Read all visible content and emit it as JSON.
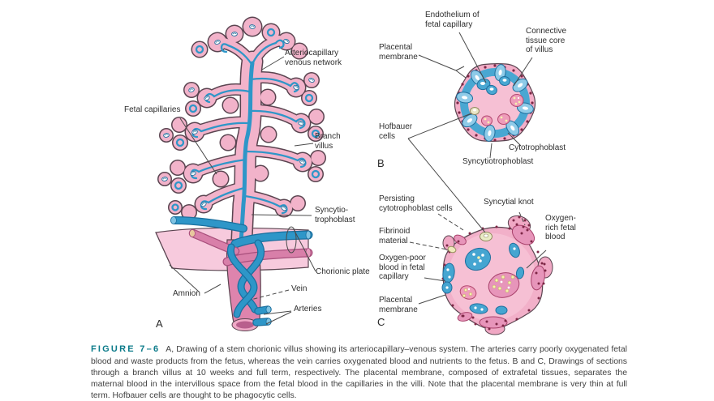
{
  "caption": {
    "figure_label": "FIGURE 7–6",
    "text": "A, Drawing of a stem chorionic villus showing its arteriocapillary–venous system. The arteries carry poorly oxygenated fetal blood and waste products from the fetus, whereas the vein carries oxygenated blood and nutrients to the fetus. B and C, Drawings of sections through a branch villus at 10 weeks and full term, respectively. The placental membrane, composed of extrafetal tissues, separates the maternal blood in the intervillous space from the fetal blood in the capillaries in the villi. Note that the placental membrane is very thin at full term. Hofbauer cells are thought to be phagocytic cells."
  },
  "panel_a": {
    "letter": "A",
    "labels": {
      "arteriocapillary_network": "Arteriocapillary\nvenous network",
      "fetal_capillaries": "Fetal capillaries",
      "branch_villus": "Branch\nvillus",
      "syncytiotrophoblast": "Syncytio-\ntrophoblast",
      "chorionic_plate": "Chorionic plate",
      "amnion": "Amnion",
      "vein": "Vein",
      "arteries": "Arteries"
    }
  },
  "panel_b": {
    "letter": "B",
    "labels": {
      "endothelium": "Endothelium of\nfetal capillary",
      "connective_tissue": "Connective\ntissue core\nof villus",
      "placental_membrane": "Placental\nmembrane",
      "hofbauer_cells": "Hofbauer\ncells",
      "cytotrophoblast": "Cytotrophoblast",
      "syncytiotrophoblast": "Syncytiotrophoblast"
    }
  },
  "panel_c": {
    "letter": "C",
    "labels": {
      "persisting_cytotrophoblast": "Persisting\ncytotrophoblast cells",
      "syncytial_knot": "Syncytial knot",
      "oxygen_rich": "Oxygen-\nrich fetal\nblood",
      "fibrinoid_material": "Fibrinoid\nmaterial",
      "oxygen_poor": "Oxygen-poor\nblood in fetal\ncapillary",
      "placental_membrane": "Placental\nmembrane"
    }
  },
  "colors": {
    "accent_teal": "#0c7b8a",
    "villus_pink": "#f2b3ca",
    "vessel_blue": "#2e96c8",
    "trunk_mauve": "#de84ad",
    "nuclei_maroon": "#7d2746"
  }
}
